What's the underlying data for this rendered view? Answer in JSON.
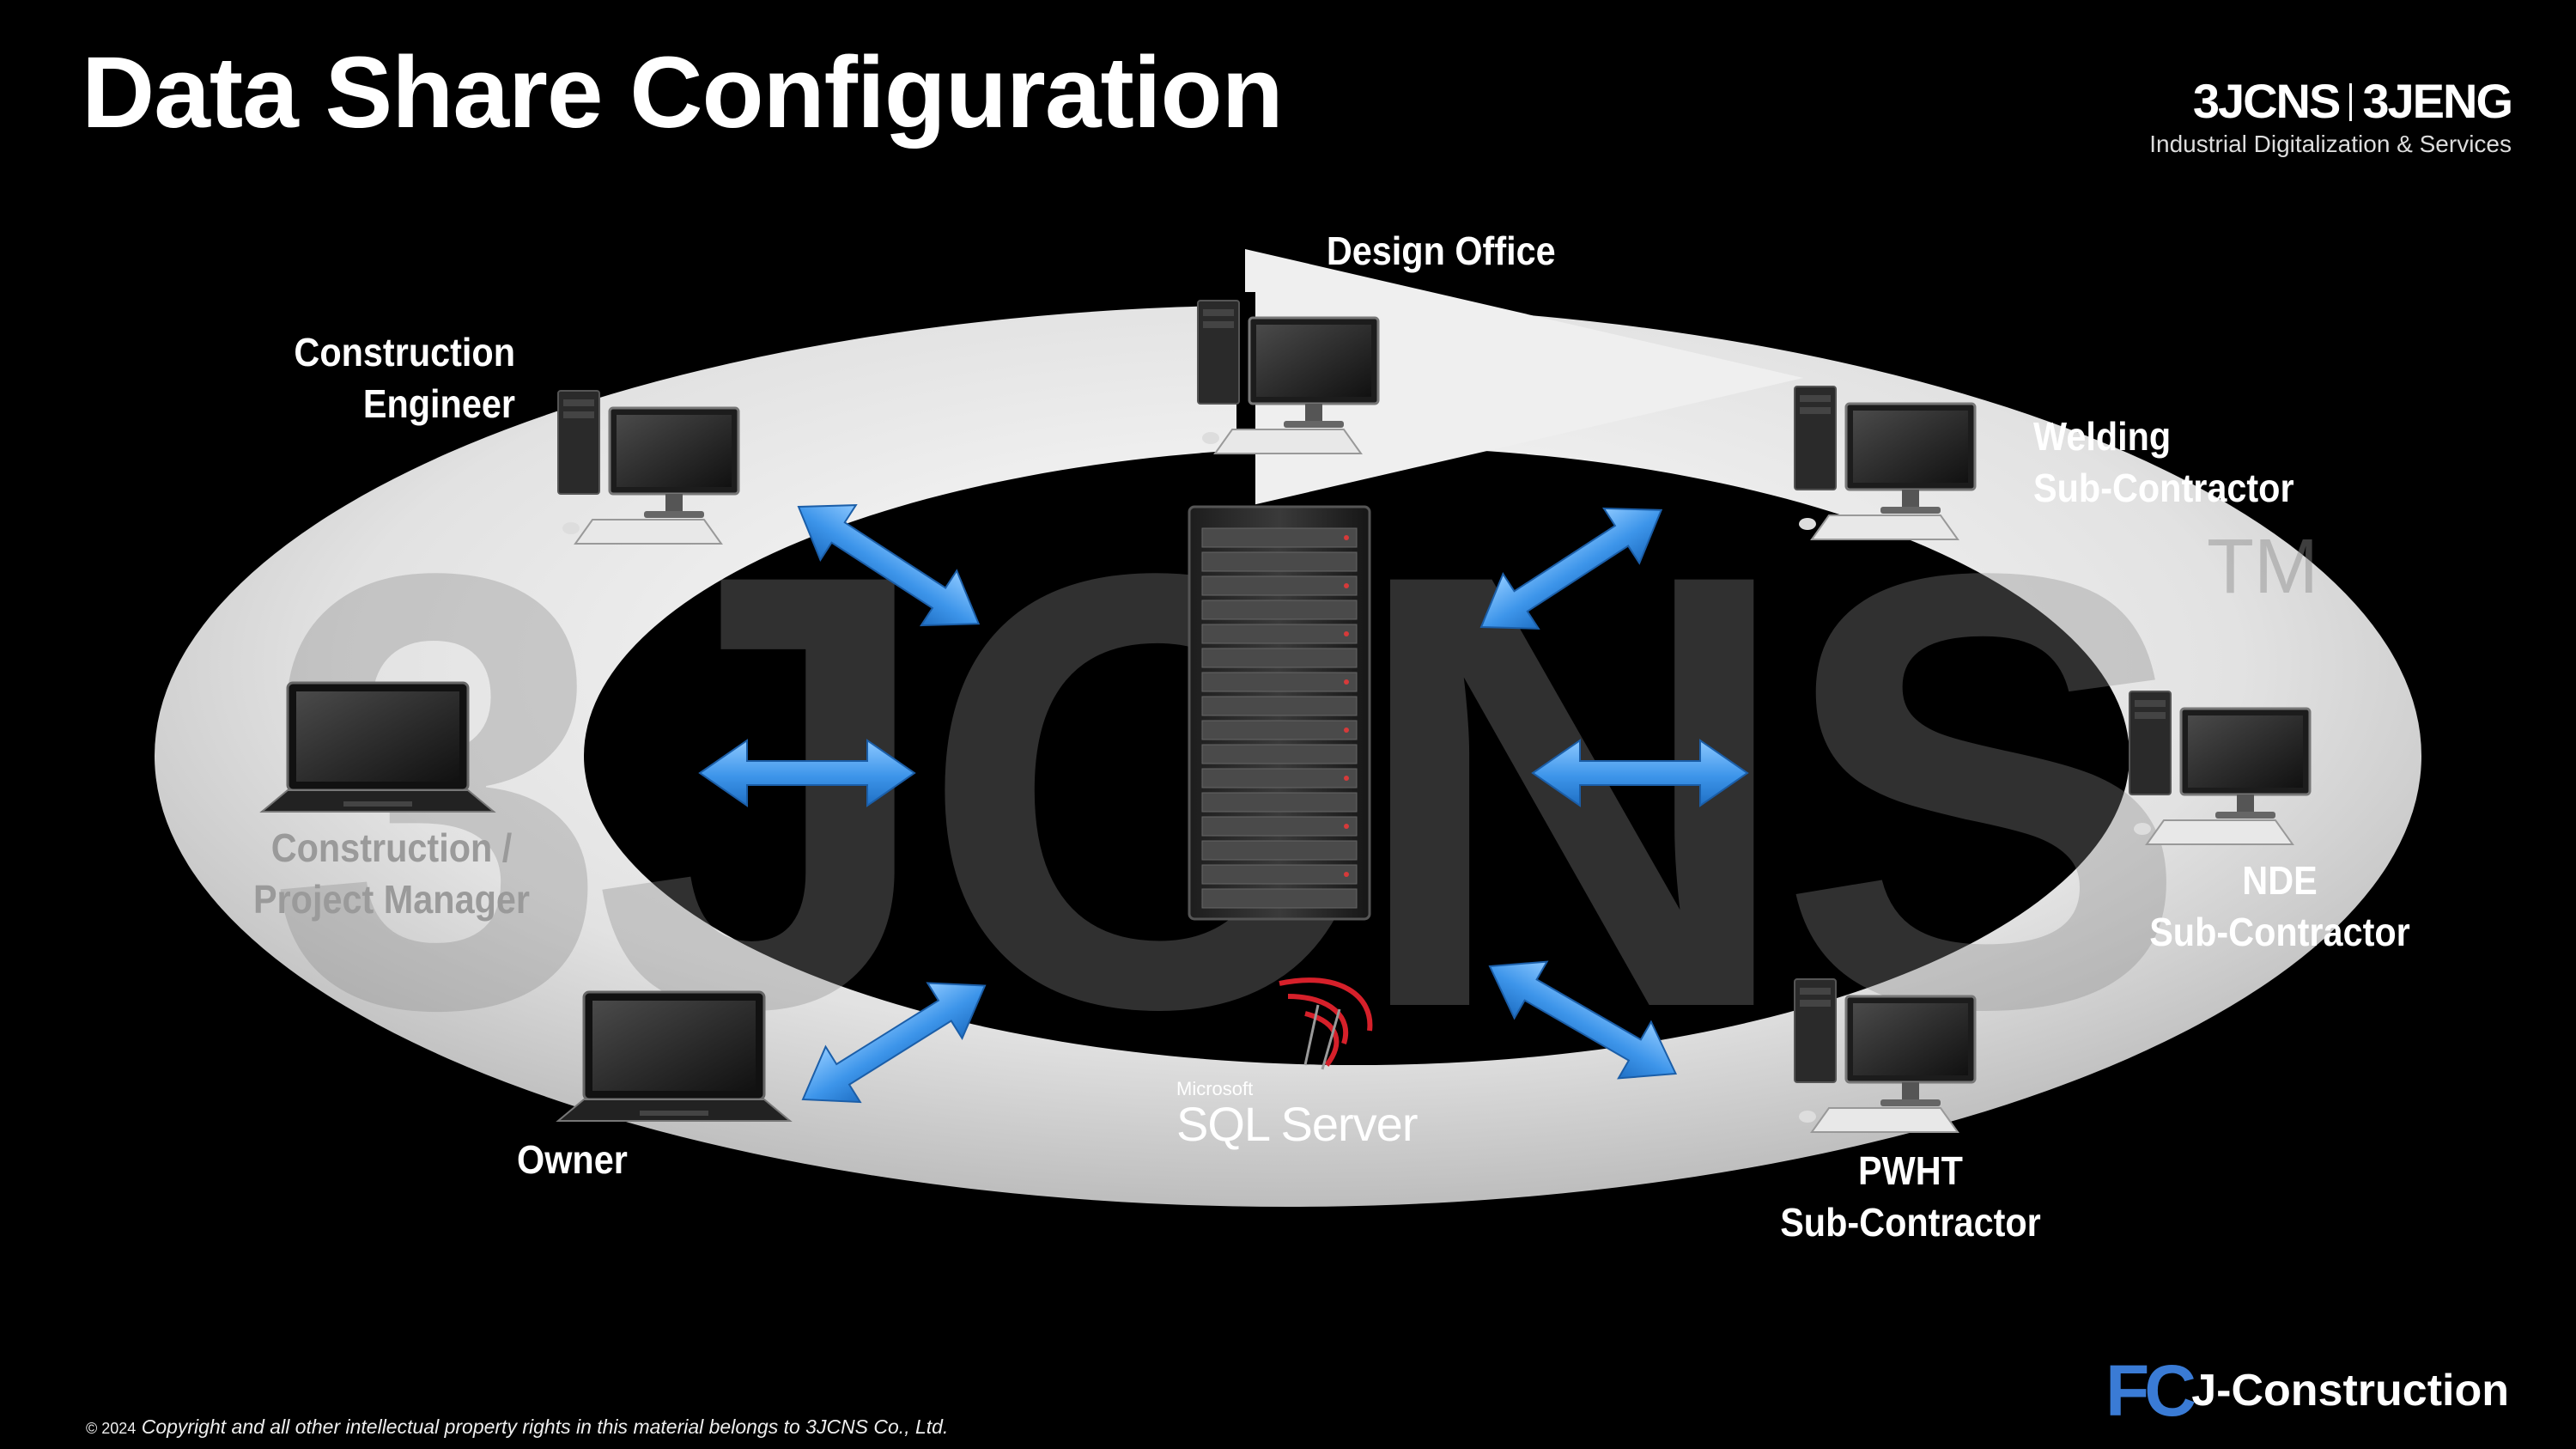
{
  "title": "Data Share Configuration",
  "brand": {
    "logo_left": "3JCNS",
    "logo_right": "3JENG",
    "tagline": "Industrial Digitalization & Services"
  },
  "watermark": {
    "text": "3JCNS",
    "mark": "TM"
  },
  "nodes": {
    "design_office": {
      "label": "Design Office"
    },
    "construction_engineer": {
      "line1": "Construction",
      "line2": "Engineer"
    },
    "welding": {
      "line1": "Welding",
      "line2": "Sub-Contractor"
    },
    "construction_pm": {
      "line1": "Construction /",
      "line2": "Project Manager"
    },
    "nde": {
      "line1": "NDE",
      "line2": "Sub-Contractor"
    },
    "owner": {
      "label": "Owner"
    },
    "pwht": {
      "line1": "PWHT",
      "line2": "Sub-Contractor"
    }
  },
  "server": {
    "ms": "Microsoft",
    "product": "SQL Server"
  },
  "footer": {
    "year": "© 2024",
    "copyright": "Copyright and all other intellectual property rights in this material belongs to 3JCNS Co., Ltd."
  },
  "product": {
    "badge": "FC",
    "name": "J-Construction"
  },
  "colors": {
    "background": "#000000",
    "ring": "#dcdcdc",
    "arrow": "#4aa3f0",
    "sql_red": "#d6202a"
  }
}
